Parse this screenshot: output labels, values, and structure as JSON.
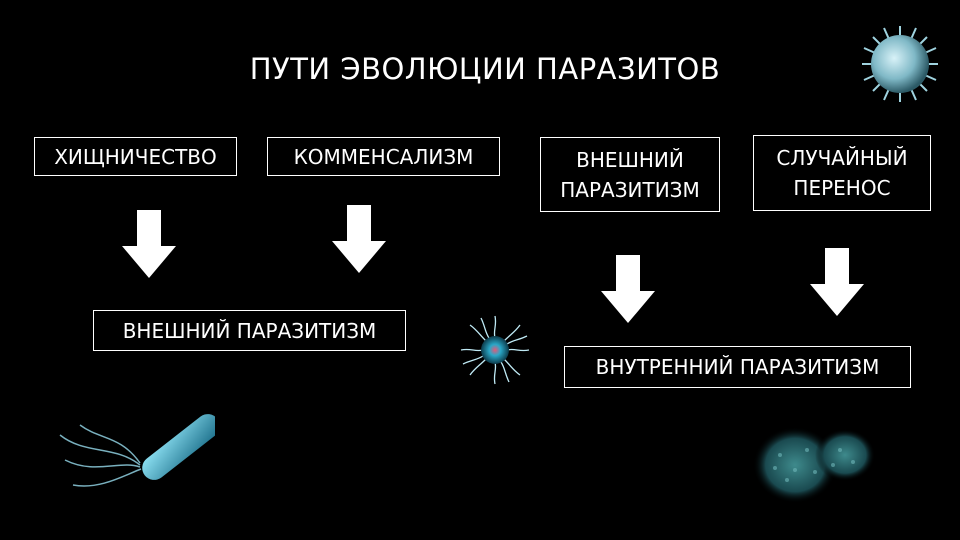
{
  "title": "ПУТИ ЭВОЛЮЦИИ ПАРАЗИТОВ",
  "boxes": {
    "predation": "ХИЩНИЧЕСТВО",
    "commensalism": "КОММЕНСАЛИЗМ",
    "external_parasitism_top": "ВНЕШНИЙ\nПАРАЗИТИЗМ",
    "accidental_transfer": "СЛУЧАЙНЫЙ\nПЕРЕНОС",
    "external_parasitism_result": "ВНЕШНИЙ ПАРАЗИТИЗМ",
    "internal_parasitism_result": "ВНУТРЕННИЙ ПАРАЗИТИЗМ"
  },
  "colors": {
    "background": "#000000",
    "foreground": "#ffffff",
    "microbe": "#3fc9e6"
  },
  "icons": [
    "arrow-down-icon",
    "virus-icon",
    "bacterium-icon",
    "cell-cluster-icon"
  ]
}
